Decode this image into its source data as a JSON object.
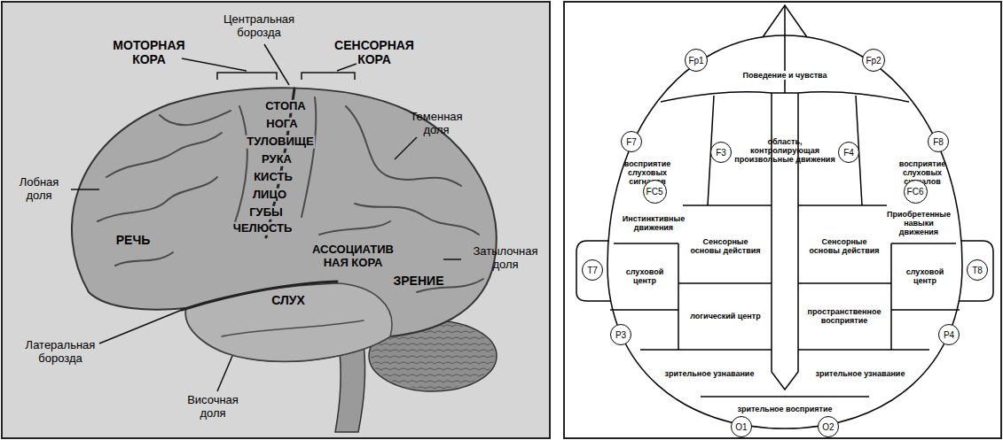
{
  "diagram": {
    "nodes": [
      {
        "text": [
          "Fp1"
        ]
      },
      {
        "text": [
          "Fp2"
        ]
      },
      {
        "text": [
          "F7"
        ]
      },
      {
        "text": [
          "F3"
        ]
      },
      {
        "text": [
          "F4"
        ]
      },
      {
        "text": [
          "F8"
        ]
      },
      {
        "text": [
          "FC5"
        ]
      },
      {
        "text": [
          "FC6"
        ]
      },
      {
        "text": [
          "T7"
        ]
      },
      {
        "text": [
          "T8"
        ]
      },
      {
        "text": [
          "P3"
        ]
      },
      {
        "text": [
          "P4"
        ]
      },
      {
        "text": [
          "O1"
        ]
      },
      {
        "text": [
          "O2"
        ]
      }
    ],
    "labels": [
      "Центральная борозда",
      "МОТОРНАЯ КОРА",
      "СЕНСОРНАЯ КОРА",
      "СТОПА",
      "НОГА",
      "ТУЛОВИЩЕ",
      "РУКА",
      "КИСТЬ",
      "ЛИЦО",
      "ГУБЫ",
      "ЧЕЛЮСТЬ",
      "Теменная доля",
      "Лобная доля",
      "РЕЧЬ",
      "АССОЦИАТИВ НАЯ КОРА",
      "Затылочная доля",
      "ЗРЕНИЕ",
      "СЛУХ",
      "Латеральная борозда",
      "Височная доля",
      "Поведение и чувства",
      "область, контролирующая произвольные движения",
      "восприятие слуховых сигналов",
      "восприятие слуховых сигналов",
      "Инстинктивные движения",
      "Приобретенные навыки движения",
      "Сенсорные основы действия",
      "Сенсорные основы действия",
      "слуховой центр",
      "слуховой центр",
      "логический центр",
      "пространственное восприятие",
      "зрительное узнавание",
      "зрительное узнавание",
      "зрительное восприятие"
    ]
  }
}
